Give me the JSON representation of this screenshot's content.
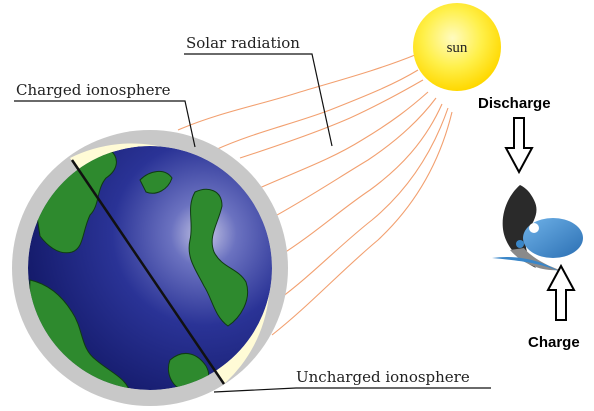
{
  "labels": {
    "solar_radiation": "Solar radiation",
    "charged_ionosphere": "Charged ionosphere",
    "uncharged_ionosphere": "Uncharged ionosphere",
    "sun": "sun",
    "discharge": "Discharge",
    "charge": "Charge"
  },
  "colors": {
    "sun": "#ffee22",
    "ocean": "#1e2f9a",
    "land": "#2e8a2e",
    "charged_ionosphere": "#fffbd6",
    "uncharged_ionosphere": "#c8c8c8",
    "radiation": "#f2a070",
    "symbol_blue": "#3a86c8"
  },
  "icons": [
    "sun-icon",
    "earth-icon",
    "down-arrow-icon",
    "up-arrow-icon",
    "yin-yang-icon"
  ]
}
